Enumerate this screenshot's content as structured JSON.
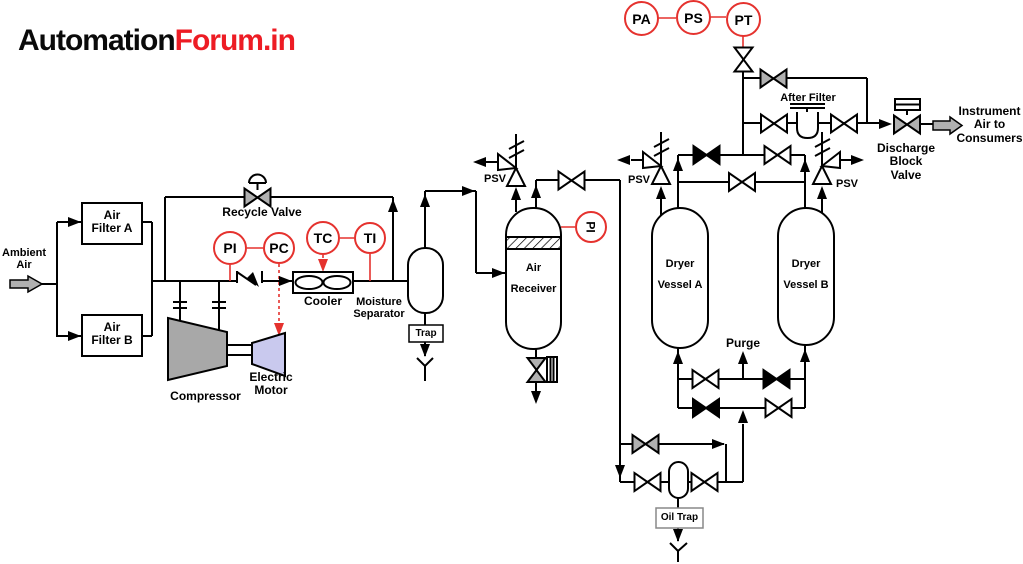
{
  "logo": {
    "part1": "Automation",
    "part2": "Forum.in"
  },
  "instruments": {
    "pa": "PA",
    "ps": "PS",
    "pt": "PT",
    "pi_compressor": "PI",
    "pc": "PC",
    "tc": "TC",
    "ti": "TI",
    "pi_receiver": "PI"
  },
  "equipment": {
    "filter_a": {
      "line1": "Air",
      "line2": "Filter A"
    },
    "filter_b": {
      "line1": "Air",
      "line2": "Filter B"
    },
    "compressor": "Compressor",
    "electric_motor": {
      "line1": "Electric",
      "line2": "Motor"
    },
    "cooler": "Cooler",
    "moisture_separator": {
      "line1": "Moisture",
      "line2": "Separator"
    },
    "trap": "Trap",
    "air_receiver": {
      "line1": "Air",
      "line2": "Receiver"
    },
    "dryer_a": {
      "line1": "Dryer",
      "line2": "Vessel A"
    },
    "dryer_b": {
      "line1": "Dryer",
      "line2": "Vessel B"
    },
    "after_filter": "After Filter",
    "oil_trap": "Oil Trap"
  },
  "valves": {
    "recycle": "Recycle Valve",
    "psv": "PSV",
    "discharge_block": {
      "line1": "Discharge",
      "line2": "Block",
      "line3": "Valve"
    }
  },
  "flows": {
    "ambient": {
      "line1": "Ambient",
      "line2": "Air"
    },
    "purge": "Purge",
    "instrument_air": {
      "line1": "Instrument",
      "line2": "Air to",
      "line3": "Consumers"
    }
  },
  "colors": {
    "instrument_red": "#e5322e",
    "logo_red": "#ed1c24",
    "valve_gray": "#b0b0b0",
    "motor_fill": "#c9c9ee",
    "compressor_fill": "#a8a8a8"
  }
}
